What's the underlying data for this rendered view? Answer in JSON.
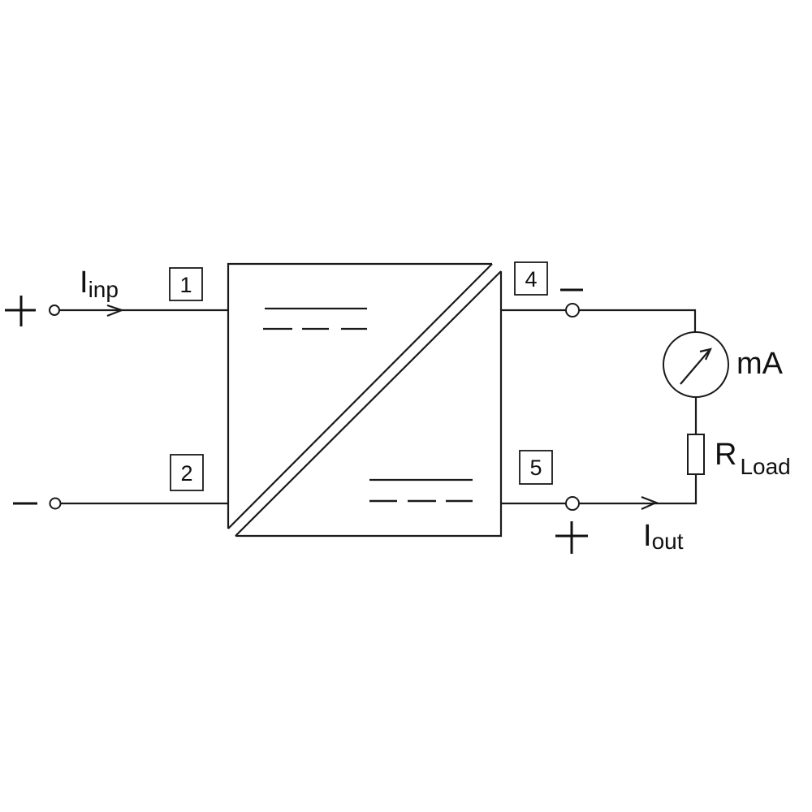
{
  "diagram": {
    "type": "signal isolator / current converter wiring",
    "input": {
      "current_label": "I",
      "current_subscript": "inp",
      "positive_sign": "+",
      "negative_sign": "−",
      "terminals": [
        {
          "pin": "1",
          "polarity": "+"
        },
        {
          "pin": "2",
          "polarity": "−"
        }
      ]
    },
    "converter": {
      "input_symbol": "DC (solid + dashed lines)",
      "output_symbol": "DC (solid + dashed lines)"
    },
    "output": {
      "current_label": "I",
      "current_subscript": "out",
      "negative_sign": "−",
      "positive_sign": "+",
      "terminals": [
        {
          "pin": "4",
          "polarity": "−"
        },
        {
          "pin": "5",
          "polarity": "+"
        }
      ]
    },
    "meter": {
      "label": "mA"
    },
    "load": {
      "label": "R",
      "subscript": "Load"
    }
  },
  "colors": {
    "line": "#1a1a1a",
    "background": "#ffffff"
  }
}
